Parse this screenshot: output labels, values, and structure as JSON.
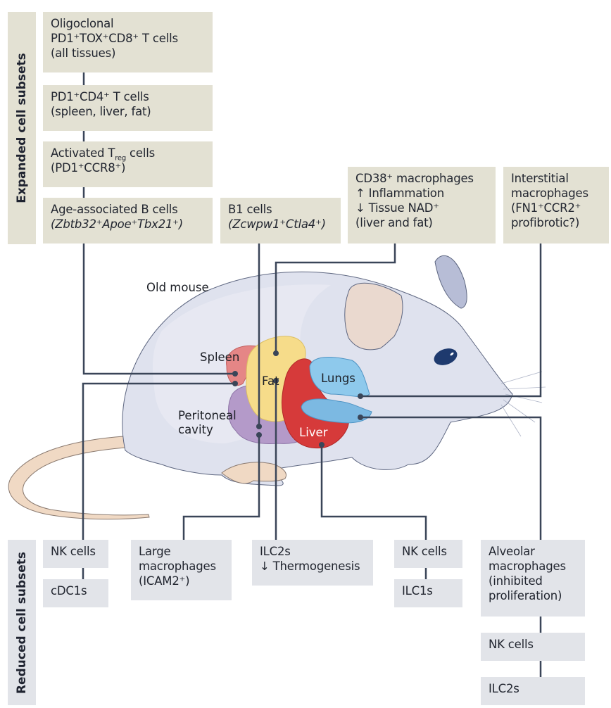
{
  "figure": {
    "expanded_heading": "Expanded cell subsets",
    "reduced_heading": "Reduced cell subsets",
    "mouse_label": "Old mouse"
  },
  "expanded": {
    "cd8": [
      "Oligoclonal",
      "PD1⁺TOX⁺CD8⁺ T cells",
      "(all tissues)"
    ],
    "cd4": [
      "PD1⁺CD4⁺ T cells",
      "(spleen, liver, fat)"
    ],
    "treg": {
      "line1_a": "Activated T",
      "line1_sub": "reg",
      "line1_b": " cells",
      "line2": "(PD1⁺CCR8⁺)"
    },
    "abc": [
      "Age-associated B cells",
      "(Zbtb32⁺Apoe⁺Tbx21⁺)"
    ],
    "b1": [
      "B1 cells",
      "(Zcwpw1⁺Ctla4⁺)"
    ],
    "cd38": [
      "CD38⁺ macrophages",
      "↑ Inflammation",
      "↓ Tissue NAD⁺",
      "(liver and fat)"
    ],
    "interstitial": [
      "Interstitial",
      "macrophages",
      "(FN1⁺CCR2⁺",
      "profibrotic?)"
    ]
  },
  "organs": {
    "spleen": "Spleen",
    "fat": "Fat",
    "lungs": "Lungs",
    "liver": "Liver",
    "peritoneal": [
      "Peritoneal",
      "cavity"
    ]
  },
  "reduced": {
    "spleen_nk": "NK cells",
    "spleen_cdc1": "cDC1s",
    "large_mac": [
      "Large",
      "macrophages",
      "(ICAM2⁺)"
    ],
    "ilc2_fat": [
      "ILC2s",
      "↓ Thermogenesis"
    ],
    "liver_nk": "NK cells",
    "liver_ilc1": "ILC1s",
    "alveolar": [
      "Alveolar",
      "macrophages",
      "(inhibited",
      "proliferation)"
    ],
    "lung_nk": "NK cells",
    "lung_ilc2": "ILC2s"
  },
  "colors": {
    "expanded_box": "#e3e1d3",
    "reduced_box": "#e2e4e9",
    "connector": "#3a4558",
    "mouse_body": "#dfe2ee",
    "spleen": "#e58686",
    "fat": "#f6dc8a",
    "liver": "#d63a3a",
    "lungs": "#8ec9ec",
    "peritoneal": "#b49ac9"
  }
}
